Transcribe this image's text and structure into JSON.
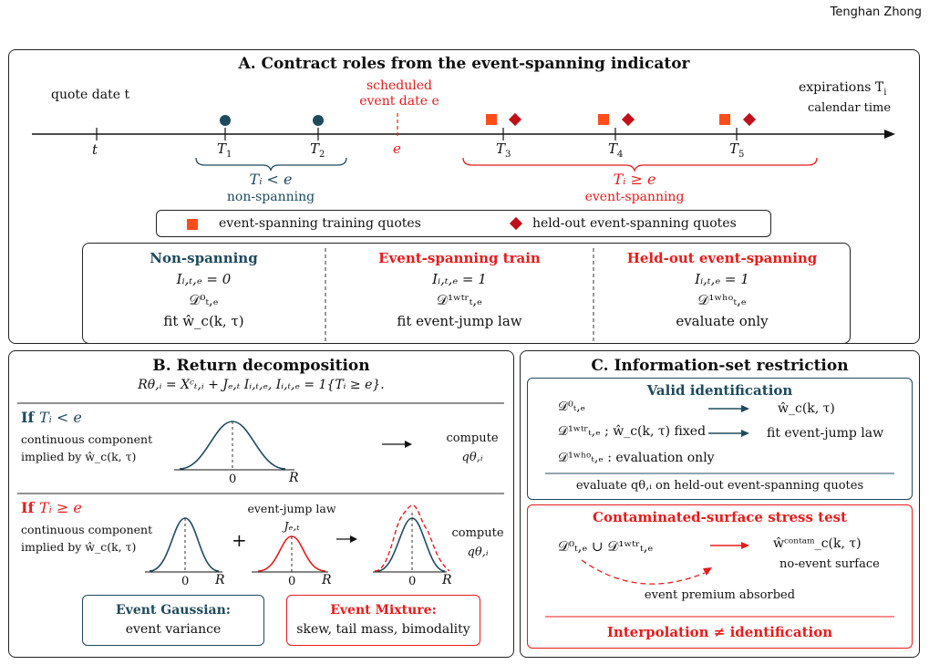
{
  "header": {
    "author": "Tenghan Zhong"
  },
  "panelA": {
    "title": "A. Contract roles from the event-spanning indicator",
    "quote_date": "quote date t",
    "scheduled_event": [
      "scheduled",
      "event date e"
    ],
    "expirations": "expirations T",
    "expirations_sub": "i",
    "calendar_time": "calendar time",
    "ticks": {
      "t": "t",
      "T1": "T",
      "T1s": "1",
      "T2": "T",
      "T2s": "2",
      "e": "e",
      "T3": "T",
      "T3s": "3",
      "T4": "T",
      "T4s": "4",
      "T5": "T",
      "T5s": "5"
    },
    "left_brace": {
      "cond": "Tᵢ < e",
      "label": "non-spanning"
    },
    "right_brace": {
      "cond": "Tᵢ ≥ e",
      "label": "event-spanning"
    },
    "legend": {
      "train": "event-spanning training quotes",
      "heldout": "held-out event-spanning quotes"
    },
    "table": {
      "col1": {
        "title": "Non-spanning",
        "ind": "Iᵢ,ₜ,ₑ = 0",
        "set": "𝒟⁰ₜ,ₑ",
        "action": "fit ŵ_c(k, τ)"
      },
      "col2": {
        "title": "Event-spanning train",
        "ind": "Iᵢ,ₜ,ₑ = 1",
        "set": "𝒟¹ʷᵗʳₜ,ₑ",
        "action": "fit event-jump law"
      },
      "col3": {
        "title": "Held-out event-spanning",
        "ind": "Iᵢ,ₜ,ₑ = 1",
        "set": "𝒟¹ʷʰᵒₜ,ₑ",
        "action": "evaluate only"
      }
    }
  },
  "panelB": {
    "title": "B. Return decomposition",
    "equation": "Rθ,ᵢ = Xᶜₜ,ᵢ + Jₑ,ₜ Iᵢ,ₜ,ₑ,      Iᵢ,ₜ,ₑ = 1{Tᵢ ≥ e}.",
    "if1": {
      "head": "If",
      "cond": "Tᵢ < e",
      "l1": "continuous component",
      "l2": "implied by ŵ_c(k, τ)",
      "compute": "compute",
      "q": "qθ,ᵢ",
      "zero": "0",
      "R": "R"
    },
    "if2": {
      "head": "If",
      "cond": "Tᵢ ≥ e",
      "l1": "continuous component",
      "l2": "implied by ŵ_c(k, τ)",
      "jump_label": "event-jump law",
      "J": "Jₑ,ₜ",
      "plus": "+",
      "compute": "compute",
      "q": "qθ,ᵢ",
      "zero": "0",
      "R": "R"
    },
    "gauss": {
      "title": "Event Gaussian:",
      "desc": "event variance"
    },
    "mix": {
      "title": "Event Mixture:",
      "desc": "skew, tail mass, bimodality"
    }
  },
  "panelC": {
    "title": "C. Information-set restriction",
    "valid": {
      "title": "Valid identification",
      "r1_left": "𝒟⁰ₜ,ₑ",
      "r1_right": "ŵ_c(k, τ)",
      "r2_left": "𝒟¹ʷᵗʳₜ,ₑ ;  ŵ_c(k, τ) fixed",
      "r2_right": "fit event-jump law",
      "r3_left": "𝒟¹ʷʰᵒₜ,ₑ  :   evaluation only",
      "bottom": "evaluate qθ,ᵢ on held-out event-spanning quotes"
    },
    "contam": {
      "title": "Contaminated-surface stress test",
      "left": "𝒟⁰ₜ,ₑ  ∪  𝒟¹ʷᵗʳₜ,ₑ",
      "right": "ŵᶜᵒⁿᵗᵃᵐ_c(k, τ)",
      "right_sub": "no-event surface",
      "absorbed": "event premium absorbed",
      "bottom": "Interpolation ≠ identification"
    }
  },
  "colors": {
    "teal": "#1e4a5e",
    "red": "#e81b1b",
    "orange": "#ff4d1a",
    "darkred": "#c0101a"
  }
}
